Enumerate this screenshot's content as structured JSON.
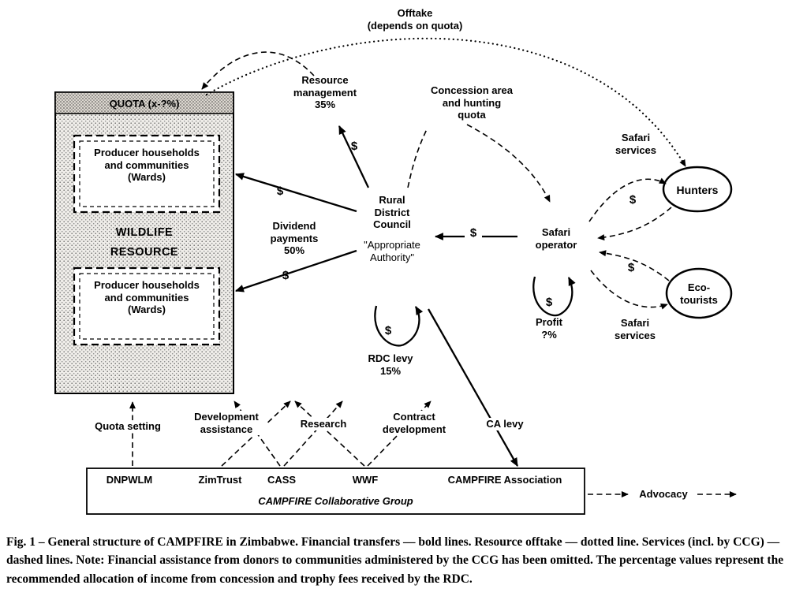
{
  "colors": {
    "ink": "#000000",
    "paper": "#ffffff",
    "stipple": "#6a6a6a"
  },
  "figure": {
    "offtake": "Offtake\n(depends on quota)",
    "wildlife_box": {
      "quota": "QUOTA (x-?%)",
      "wildlife": "WILDLIFE\nRESOURCE",
      "producer_top": "Producer households\nand communities\n(Wards)",
      "producer_bottom": "Producer households\nand communities\n(Wards)"
    },
    "nodes": {
      "rdc": "Rural\nDistrict\nCouncil",
      "rdc_role": "\"Appropriate\nAuthority\"",
      "safari_operator": "Safari\noperator",
      "hunters": "Hunters",
      "ecotourists": "Eco-\ntourists"
    },
    "flows": {
      "resource_management": "Resource\nmanagement\n35%",
      "concession": "Concession area\nand hunting\nquota",
      "dividend": "Dividend\npayments\n50%",
      "rdc_levy": "RDC levy\n15%",
      "profit": "Profit\n?%",
      "safari_services_hunters": "Safari\nservices",
      "safari_services_eco": "Safari\nservices",
      "dollar": "$"
    },
    "ccg": {
      "members": [
        "DNPWLM",
        "ZimTrust",
        "CASS",
        "WWF",
        "CAMPFIRE Association"
      ],
      "group": "CAMPFIRE Collaborative Group",
      "quota_setting": "Quota setting",
      "development_assistance": "Development\nassistance",
      "research": "Research",
      "contract_development": "Contract\ndevelopment",
      "ca_levy": "CA levy",
      "advocacy": "Advocacy"
    },
    "caption": "Fig. 1 – General structure of CAMPFIRE in Zimbabwe. Financial transfers — bold lines. Resource offtake — dotted line. Services (incl. by CCG) — dashed lines. Note: Financial assistance from donors to communities administered by the CCG has been omitted. The percentage values represent the recommended allocation of income from concession and trophy fees received by the RDC."
  }
}
